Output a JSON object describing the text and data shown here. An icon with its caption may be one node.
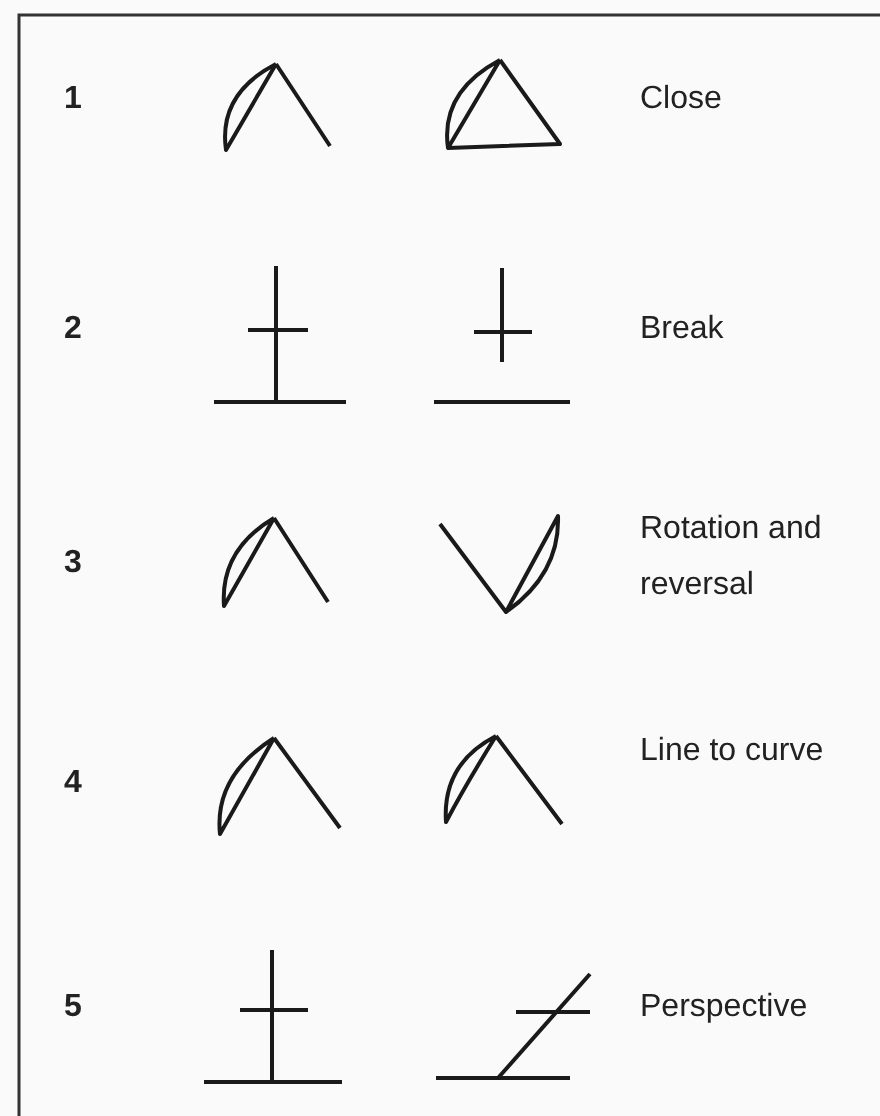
{
  "diagram": {
    "labels": [
      "1",
      "Close",
      "2",
      "Break",
      "3",
      "Rotation and reversal",
      "4",
      "Line to curve",
      "5",
      "Perspective"
    ]
  }
}
